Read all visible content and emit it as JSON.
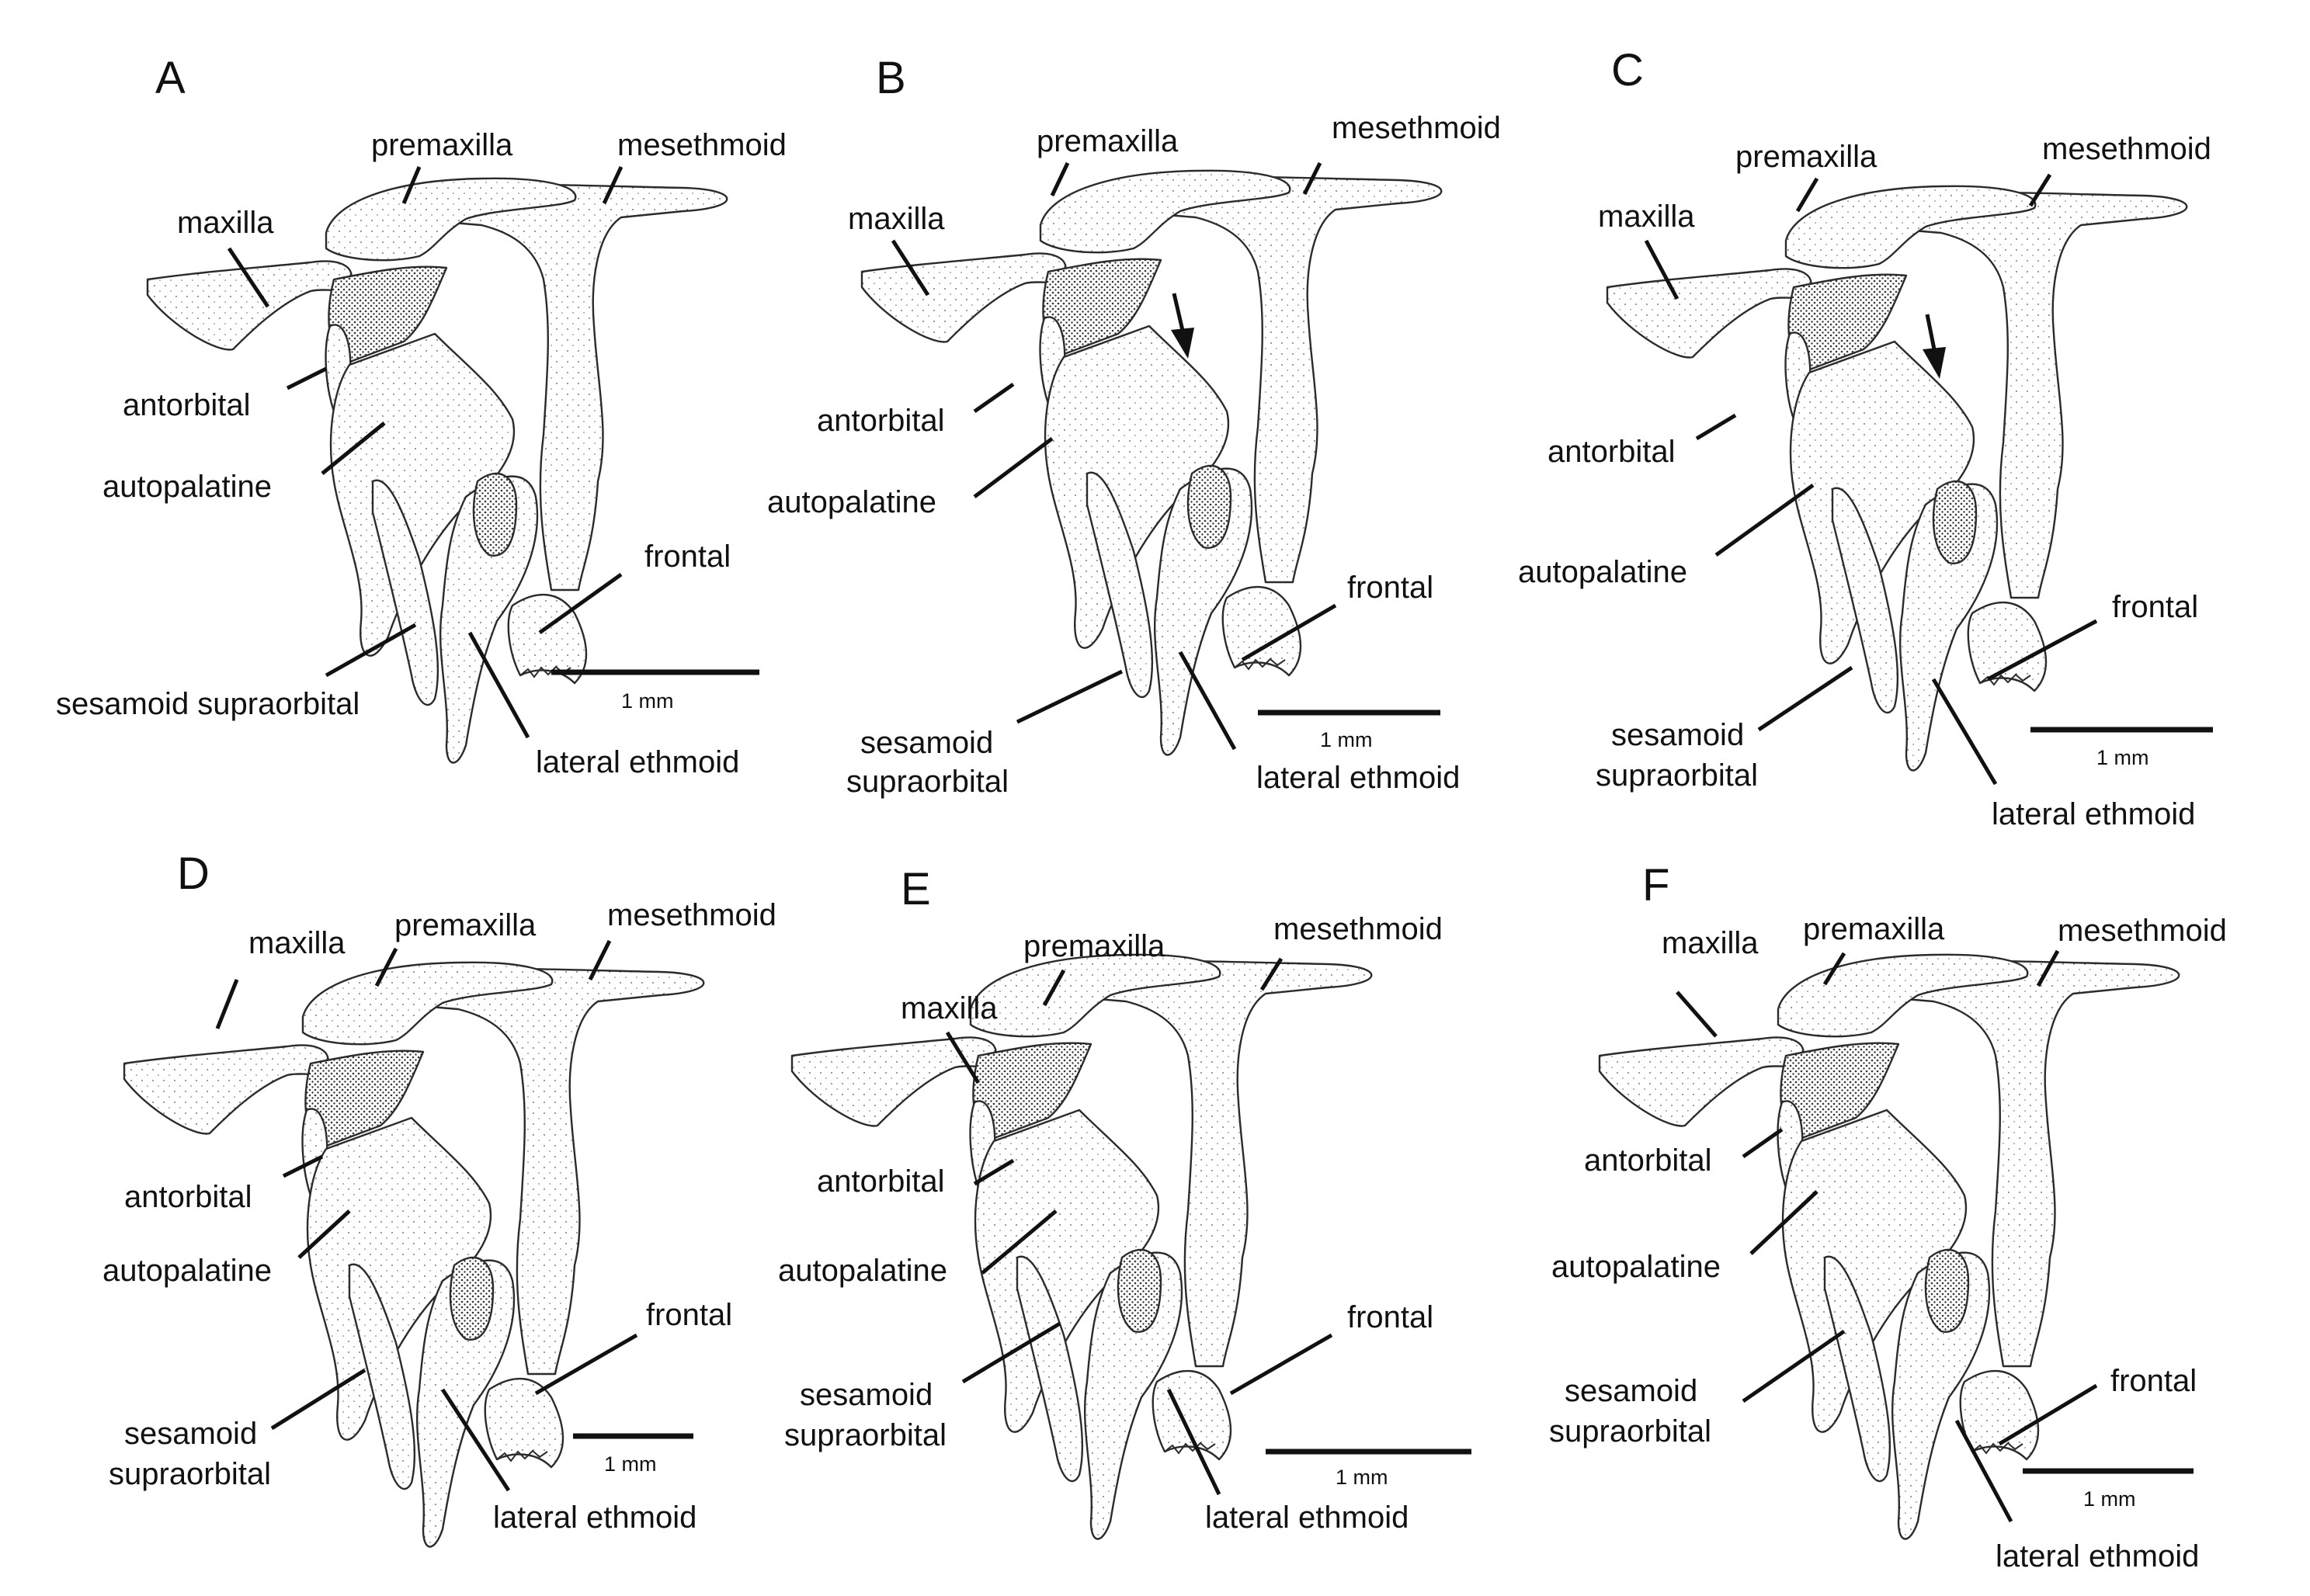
{
  "panels": [
    {
      "id": "A",
      "labels": {
        "maxilla": "maxilla",
        "premaxilla": "premaxilla",
        "mesethmoid": "mesethmoid",
        "antorbital": "antorbital",
        "autopalatine": "autopalatine",
        "frontal": "frontal",
        "sesamoid_supraorbital": "sesamoid supraorbital",
        "lateral_ethmoid": "lateral ethmoid"
      },
      "scale_bar": "1 mm",
      "arrow": false
    },
    {
      "id": "B",
      "labels": {
        "maxilla": "maxilla",
        "premaxilla": "premaxilla",
        "mesethmoid": "mesethmoid",
        "antorbital": "antorbital",
        "autopalatine": "autopalatine",
        "frontal": "frontal",
        "sesamoid_supraorbital_1": "sesamoid",
        "sesamoid_supraorbital_2": "supraorbital",
        "lateral_ethmoid": "lateral ethmoid"
      },
      "scale_bar": "1 mm",
      "arrow": true
    },
    {
      "id": "C",
      "labels": {
        "maxilla": "maxilla",
        "premaxilla": "premaxilla",
        "mesethmoid": "mesethmoid",
        "antorbital": "antorbital",
        "autopalatine": "autopalatine",
        "frontal": "frontal",
        "sesamoid_supraorbital_1": "sesamoid",
        "sesamoid_supraorbital_2": "supraorbital",
        "lateral_ethmoid": "lateral ethmoid"
      },
      "scale_bar": "1 mm",
      "arrow": true
    },
    {
      "id": "D",
      "labels": {
        "maxilla": "maxilla",
        "premaxilla": "premaxilla",
        "mesethmoid": "mesethmoid",
        "antorbital": "antorbital",
        "autopalatine": "autopalatine",
        "frontal": "frontal",
        "sesamoid_supraorbital_1": "sesamoid",
        "sesamoid_supraorbital_2": "supraorbital",
        "lateral_ethmoid": "lateral ethmoid"
      },
      "scale_bar": "1 mm",
      "arrow": false
    },
    {
      "id": "E",
      "labels": {
        "maxilla": "maxilla",
        "premaxilla": "premaxilla",
        "mesethmoid": "mesethmoid",
        "antorbital": "antorbital",
        "autopalatine": "autopalatine",
        "frontal": "frontal",
        "sesamoid_supraorbital_1": "sesamoid",
        "sesamoid_supraorbital_2": "supraorbital",
        "lateral_ethmoid": "lateral ethmoid"
      },
      "scale_bar": "1 mm",
      "arrow": false
    },
    {
      "id": "F",
      "labels": {
        "maxilla": "maxilla",
        "premaxilla": "premaxilla",
        "mesethmoid": "mesethmoid",
        "antorbital": "antorbital",
        "autopalatine": "autopalatine",
        "frontal": "frontal",
        "sesamoid_supraorbital_1": "sesamoid",
        "sesamoid_supraorbital_2": "supraorbital",
        "lateral_ethmoid": "lateral ethmoid"
      },
      "scale_bar": "1 mm",
      "arrow": false
    }
  ],
  "colors": {
    "ink": "#111111",
    "bone_fill": "#ffffff",
    "stipple": "#444444"
  }
}
